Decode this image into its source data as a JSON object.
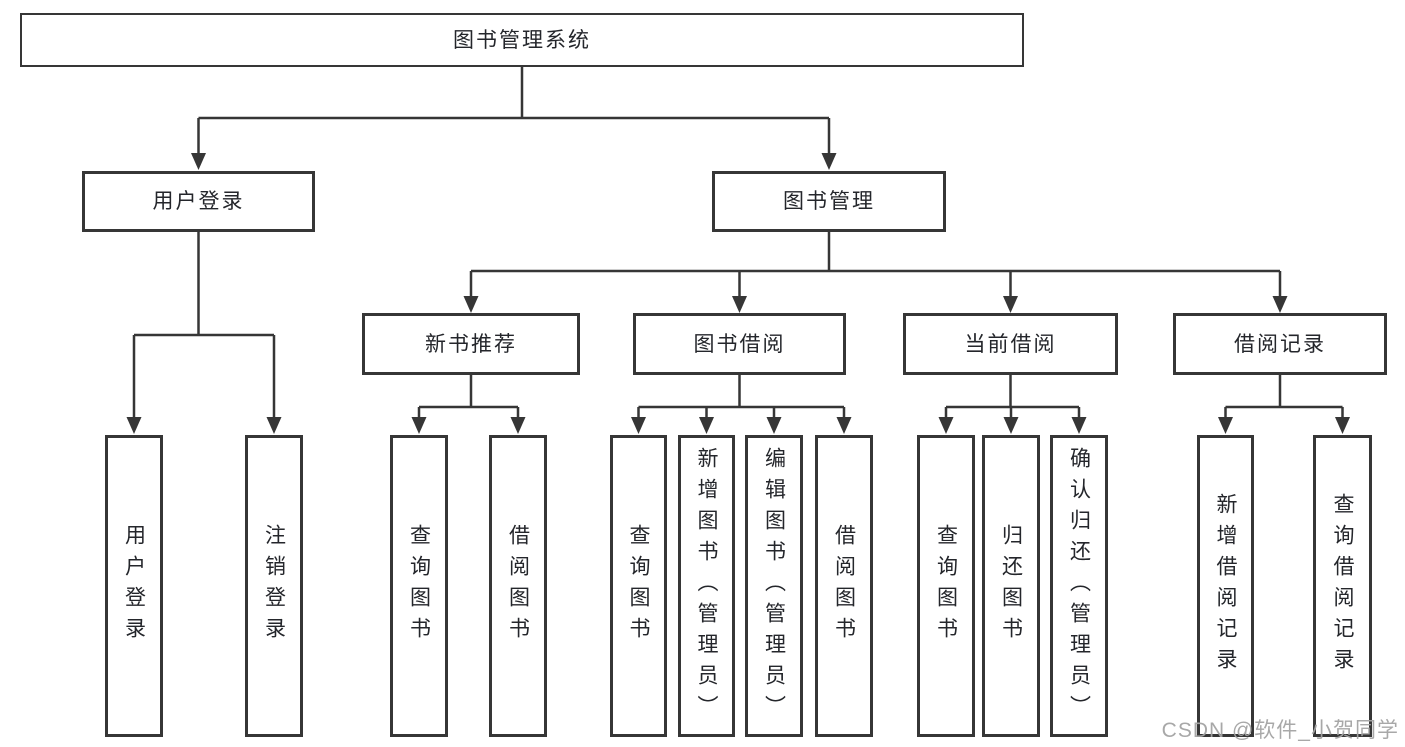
{
  "diagram": {
    "type": "hierarchy-tree",
    "root": {
      "label": "图书管理系统",
      "children": [
        {
          "label": "用户登录",
          "children": [
            {
              "label": "用户登录"
            },
            {
              "label": "注销登录"
            }
          ]
        },
        {
          "label": "图书管理",
          "children": [
            {
              "label": "新书推荐",
              "children": [
                {
                  "label": "查询图书"
                },
                {
                  "label": "借阅图书"
                }
              ]
            },
            {
              "label": "图书借阅",
              "children": [
                {
                  "label": "查询图书"
                },
                {
                  "label": "新增图书（管理员）"
                },
                {
                  "label": "编辑图书（管理员）"
                },
                {
                  "label": "借阅图书"
                }
              ]
            },
            {
              "label": "当前借阅",
              "children": [
                {
                  "label": "查询图书"
                },
                {
                  "label": "归还图书"
                },
                {
                  "label": "确认归还（管理员）"
                }
              ]
            },
            {
              "label": "借阅记录",
              "children": [
                {
                  "label": "新增借阅记录"
                },
                {
                  "label": "查询借阅记录"
                }
              ]
            }
          ]
        }
      ]
    }
  },
  "watermark": {
    "text": "CSDN @软件_小贺同学"
  },
  "colors": {
    "line": "#363636",
    "box_border": "#363636",
    "text": "#24262b",
    "background": "#ffffff",
    "watermark": "#a3a3a3"
  }
}
